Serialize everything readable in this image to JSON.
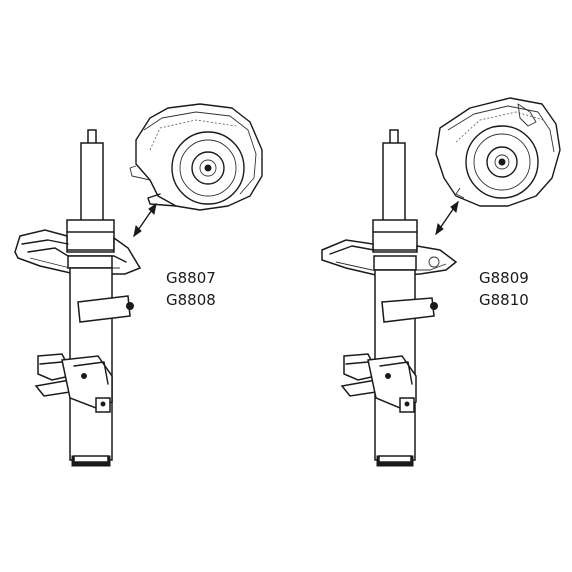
{
  "parts": [
    {
      "id": "left",
      "codes": [
        "G8807",
        "G8808"
      ]
    },
    {
      "id": "right",
      "codes": [
        "G8809",
        "G8810"
      ]
    }
  ]
}
